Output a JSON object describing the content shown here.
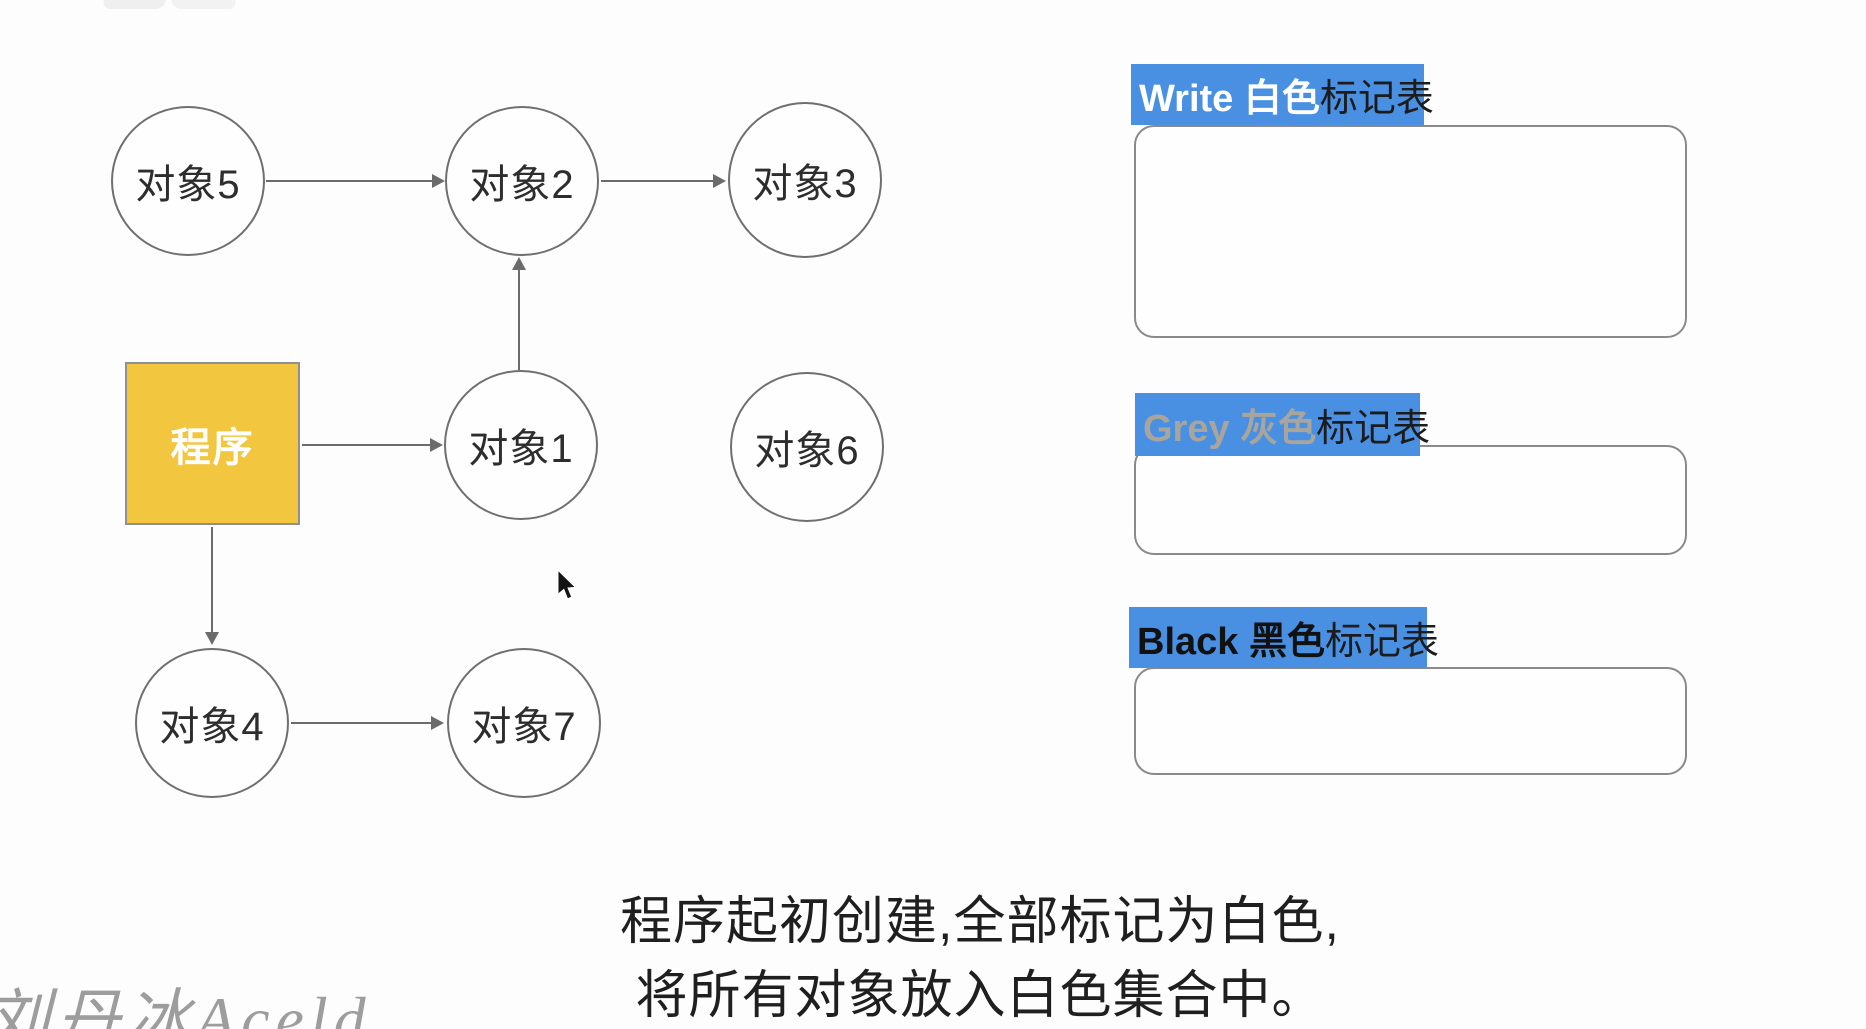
{
  "colors": {
    "panel_label_bg": "#4a90e2",
    "program_fill": "#f2c63e",
    "program_border": "#8f8f8f",
    "write_strong_text": "#ffffff",
    "grey_strong_text": "#a9a49c",
    "black_strong_text": "#111111",
    "label_suffix_text": "#1c1c1c",
    "node_border": "#6f6f6f",
    "node_text": "#2d2d2d",
    "arrow": "#6b6b6b",
    "caption_text": "#1f1f1f",
    "watermark_text": "#9d9d9d"
  },
  "diagram": {
    "program": {
      "label": "程序"
    },
    "nodes": [
      {
        "label": "对象5"
      },
      {
        "label": "对象2"
      },
      {
        "label": "对象3"
      },
      {
        "label": "对象1"
      },
      {
        "label": "对象6"
      },
      {
        "label": "对象4"
      },
      {
        "label": "对象7"
      }
    ],
    "edges": [
      {
        "from": "对象5",
        "to": "对象2"
      },
      {
        "from": "对象2",
        "to": "对象3"
      },
      {
        "from": "对象1",
        "to": "对象2"
      },
      {
        "from": "程序",
        "to": "对象1"
      },
      {
        "from": "程序",
        "to": "对象4"
      },
      {
        "from": "对象4",
        "to": "对象7"
      }
    ]
  },
  "panels": {
    "white": {
      "strong": "Write 白色",
      "suffix": "标记表"
    },
    "grey": {
      "strong": "Grey 灰色",
      "suffix": "标记表"
    },
    "black": {
      "strong": "Black 黑色",
      "suffix": "标记表"
    }
  },
  "caption": {
    "line1": "程序起初创建,全部标记为白色,",
    "line2": "将所有对象放入白色集合中。"
  },
  "watermark": {
    "text": "刘丹冰Aceld"
  }
}
